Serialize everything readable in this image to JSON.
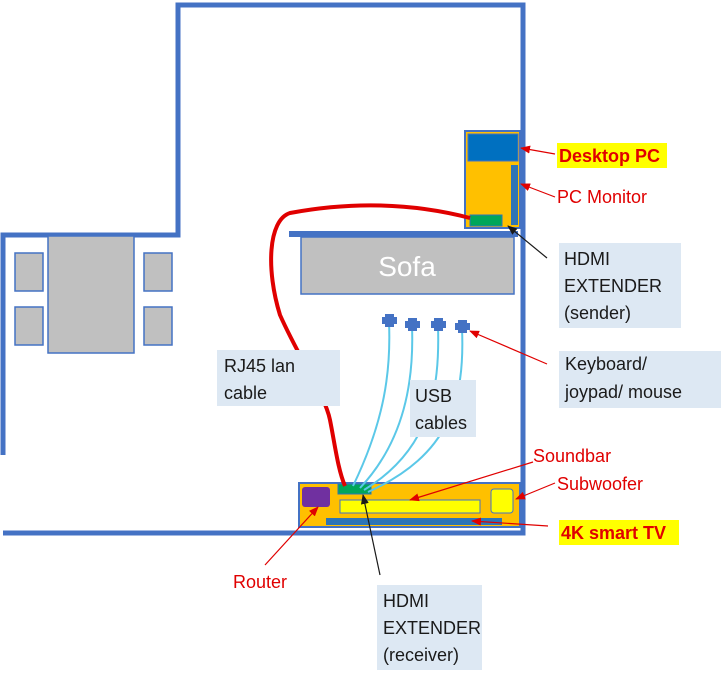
{
  "labels": {
    "sofa": "Sofa",
    "desktop_pc": "Desktop PC",
    "pc_monitor": "PC Monitor",
    "hdmi_sender": [
      "HDMI",
      "EXTENDER",
      "(sender)"
    ],
    "keyboard": [
      "Keyboard/",
      "joypad/ mouse"
    ],
    "rj45": [
      "RJ45 lan",
      "cable"
    ],
    "usb": [
      "USB",
      "cables"
    ],
    "soundbar": "Soundbar",
    "subwoofer": "Subwoofer",
    "tv": "4K smart TV",
    "router": "Router",
    "hdmi_receiver": [
      "HDMI",
      "EXTENDER",
      "(receiver)"
    ]
  },
  "colors": {
    "wall": "#4472c4",
    "furniture": "#c0c0c0",
    "desk": "#ffc000",
    "pc": "#0070c0",
    "extender": "#00a65a",
    "soundbar": "#ffff00",
    "router": "#7030a0",
    "tv": "#2e75b6",
    "lan_cable": "#e00000",
    "usb_cable": "#5bc8e8",
    "label_red": "#e00000",
    "highlight": "#ffff00",
    "note_bg": "#dde8f3"
  },
  "icons": [
    "usb-plug-icon"
  ]
}
